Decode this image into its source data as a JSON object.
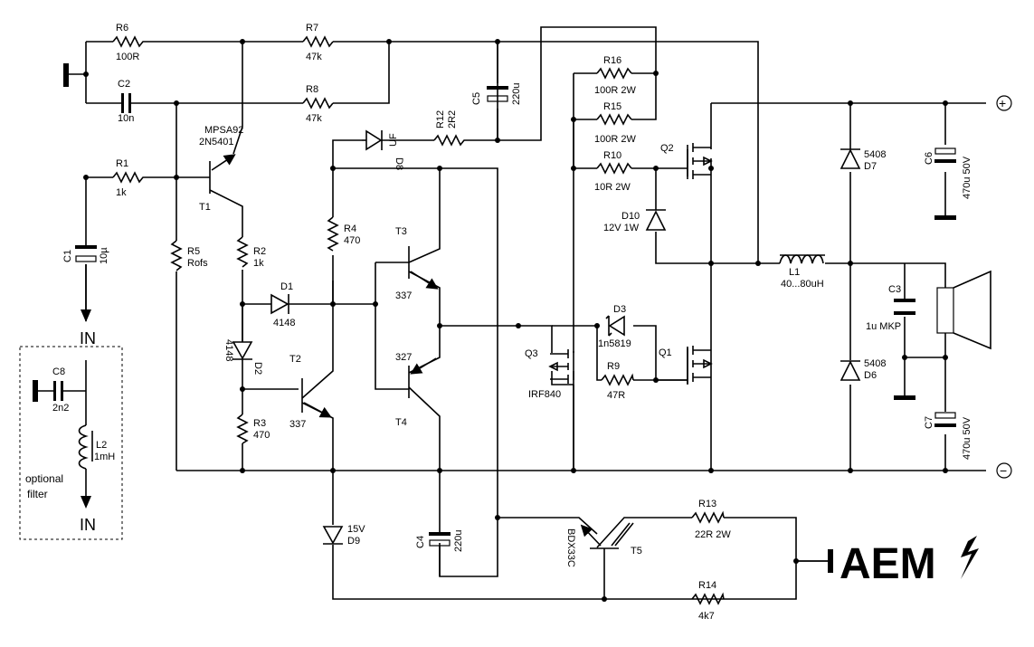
{
  "components": {
    "R1": {
      "ref": "R1",
      "value": "1k"
    },
    "R2": {
      "ref": "R2",
      "value": "1k"
    },
    "R3": {
      "ref": "R3",
      "value": "470"
    },
    "R4": {
      "ref": "R4",
      "value": "470"
    },
    "R5": {
      "ref": "R5",
      "value": "Rofs"
    },
    "R6": {
      "ref": "R6",
      "value": "100R"
    },
    "R7": {
      "ref": "R7",
      "value": "47k"
    },
    "R8": {
      "ref": "R8",
      "value": "47k"
    },
    "R9": {
      "ref": "R9",
      "value": "47R"
    },
    "R10": {
      "ref": "R10",
      "value": "10R 2W"
    },
    "R12": {
      "ref": "R12",
      "value": "2R2"
    },
    "R13": {
      "ref": "R13",
      "value": "22R 2W"
    },
    "R14": {
      "ref": "R14",
      "value": "4k7"
    },
    "R15": {
      "ref": "R15",
      "value": "100R 2W"
    },
    "R16": {
      "ref": "R16",
      "value": "100R 2W"
    },
    "C1": {
      "ref": "C1",
      "value": "10µ"
    },
    "C2": {
      "ref": "C2",
      "value": "10n"
    },
    "C3": {
      "ref": "C3",
      "value": "1u MKP"
    },
    "C4": {
      "ref": "C4",
      "value": "220u"
    },
    "C5": {
      "ref": "C5",
      "value": "220u"
    },
    "C6": {
      "ref": "C6",
      "value": "470u 50V"
    },
    "C7": {
      "ref": "C7",
      "value": "470u 50V"
    },
    "C8": {
      "ref": "C8",
      "value": "2n2"
    },
    "D1": {
      "ref": "D1",
      "value": "4148"
    },
    "D2": {
      "ref": "D2",
      "value": "4148"
    },
    "D3": {
      "ref": "D3",
      "value": "1n5819"
    },
    "D6": {
      "ref": "D6",
      "value": "5408"
    },
    "D7": {
      "ref": "D7",
      "value": "5408"
    },
    "D8": {
      "ref": "D8",
      "value": "UF"
    },
    "D9": {
      "ref": "D9",
      "value": "15V"
    },
    "D10": {
      "ref": "D10",
      "value": "12V 1W"
    },
    "L1": {
      "ref": "L1",
      "value": "40...80uH"
    },
    "L2": {
      "ref": "L2",
      "value": "1mH"
    },
    "T1": {
      "ref": "T1",
      "value_a": "MPSA92",
      "value_b": "2N5401"
    },
    "T2": {
      "ref": "T2",
      "value": "337"
    },
    "T3": {
      "ref": "T3",
      "value": "337"
    },
    "T4": {
      "ref": "T4",
      "value": "327"
    },
    "T5": {
      "ref": "T5",
      "value": "BDX33C"
    },
    "Q1": {
      "ref": "Q1"
    },
    "Q2": {
      "ref": "Q2"
    },
    "Q3": {
      "ref": "Q3",
      "value": "IRF840"
    }
  },
  "labels": {
    "in_main": "IN",
    "in_filter": "IN",
    "filter_line1": "optional",
    "filter_line2": "filter",
    "plus": "+",
    "minus": "−",
    "logo": "AEM"
  }
}
